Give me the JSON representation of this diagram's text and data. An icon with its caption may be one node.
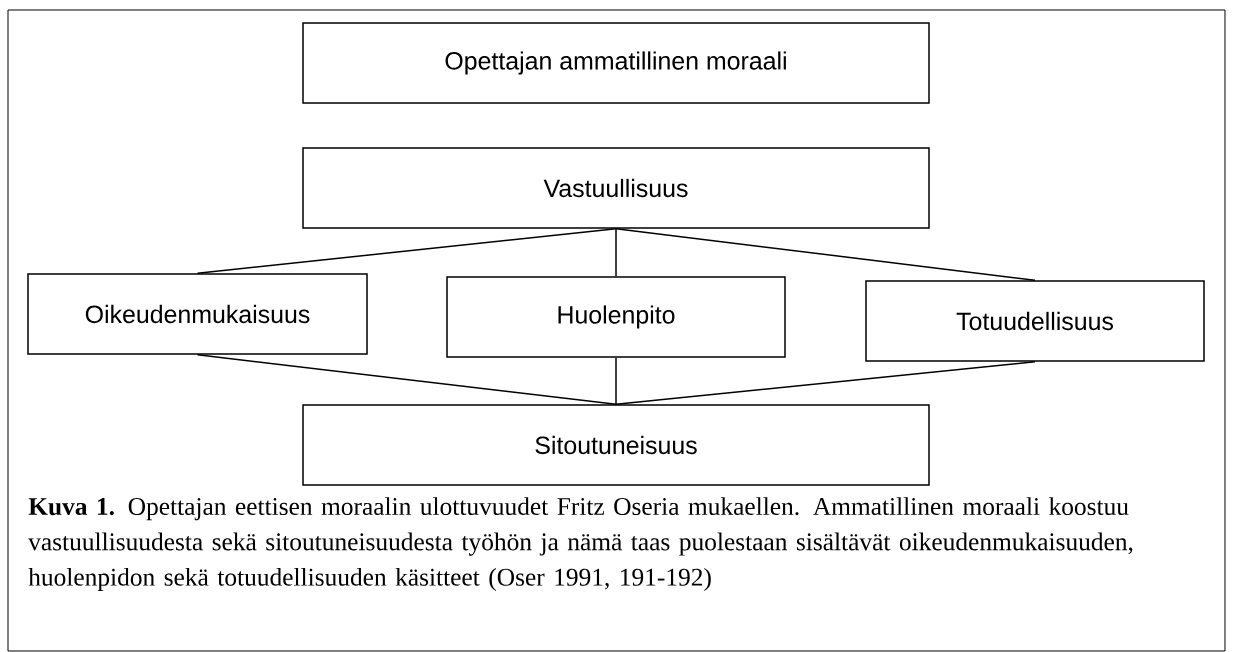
{
  "diagram": {
    "caption": "**Kuva 1.** Opettajan eettisen moraalin ulottuvuudet Fritz Oseria mukaellen. Ammatillinen moraali koostuu vastuullisuudesta sekä sitoutuneisuudesta työhön ja nämä taas puolestaan sisältävät oikeudenmukaisuuden, huolenpidon sekä totuudellisuuden käsitteet (Oser 1991, 191-192)",
    "nodes": [
      {
        "text": [
          "Opettajan ammatillinen moraali"
        ]
      },
      {
        "text": [
          "Vastuullisuus"
        ]
      },
      {
        "text": [
          "Oikeudenmukaisuus"
        ]
      },
      {
        "text": [
          "Huolenpito"
        ]
      },
      {
        "text": [
          "Totuudellisuus"
        ]
      },
      {
        "text": [
          "Sitoutuneisuus"
        ]
      }
    ],
    "edges": [
      {
        "from": 1,
        "to": 2,
        "arrow": "none"
      },
      {
        "from": 1,
        "to": 3,
        "arrow": "none"
      },
      {
        "from": 1,
        "to": 4,
        "arrow": "none"
      },
      {
        "from": 2,
        "to": 5,
        "arrow": "none"
      },
      {
        "from": 3,
        "to": 5,
        "arrow": "none"
      },
      {
        "from": 4,
        "to": 5,
        "arrow": "none"
      }
    ]
  }
}
